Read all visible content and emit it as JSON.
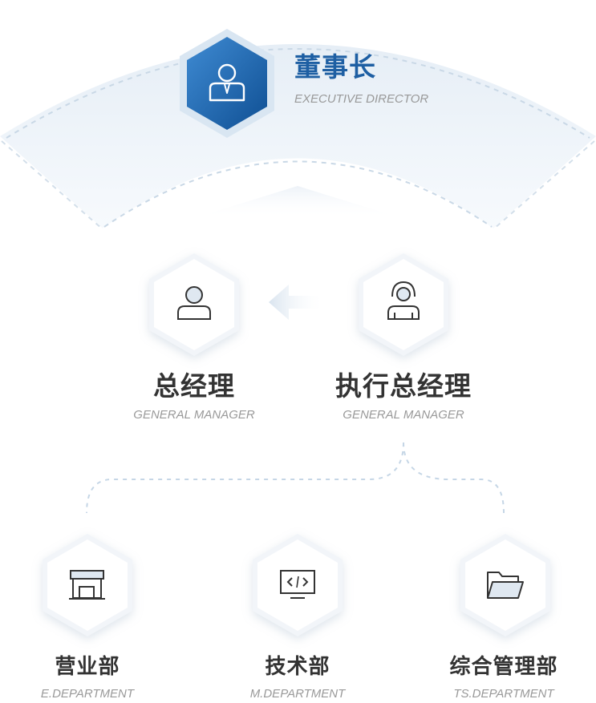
{
  "director": {
    "title": "董事长",
    "subtitle": "EXECUTIVE DIRECTOR",
    "icon": "businessman-icon"
  },
  "managers": [
    {
      "title": "总经理",
      "subtitle": "GENERAL MANAGER",
      "icon": "person-icon"
    },
    {
      "title": "执行总经理",
      "subtitle": "GENERAL MANAGER",
      "icon": "headset-person-icon"
    }
  ],
  "departments": [
    {
      "title": "营业部",
      "subtitle": "E.DEPARTMENT",
      "icon": "storefront-icon"
    },
    {
      "title": "技术部",
      "subtitle": "M.DEPARTMENT",
      "icon": "code-monitor-icon"
    },
    {
      "title": "综合管理部",
      "subtitle": "TS.DEPARTMENT",
      "icon": "folder-icon"
    }
  ],
  "colors": {
    "accent": "#1e5fa3",
    "line": "#c5d6e6",
    "text": "#333333",
    "muted": "#999999"
  }
}
